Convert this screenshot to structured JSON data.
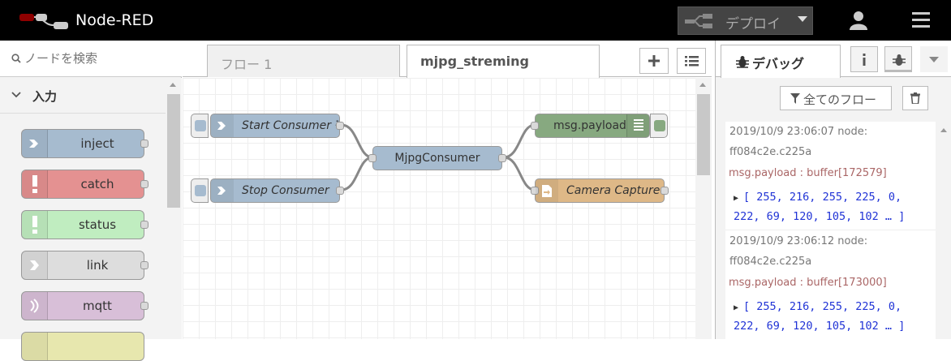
{
  "header": {
    "app_title": "Node-RED",
    "deploy_label": "デプロイ"
  },
  "palette": {
    "search_placeholder": "ノードを検索",
    "category_title": "入力",
    "nodes": [
      {
        "label": "inject",
        "color": "#a6bbcf"
      },
      {
        "label": "catch",
        "color": "#e49191"
      },
      {
        "label": "status",
        "color": "#c0edc0"
      },
      {
        "label": "link",
        "color": "#dddddd"
      },
      {
        "label": "mqtt",
        "color": "#d8bfd8"
      }
    ]
  },
  "workspace": {
    "tabs": [
      {
        "label": "フロー 1",
        "active": false
      },
      {
        "label": "mjpg_streming",
        "active": true
      }
    ],
    "nodes": {
      "start_consumer": "Start Consumer ¹",
      "stop_consumer": "Stop Consumer",
      "mjpg_consumer": "MjpgConsumer",
      "msg_payload": "msg.payload",
      "camera_capture": "Camera Capture"
    },
    "colors": {
      "inject": "#a6bbcf",
      "mjpg": "#a6bbcf",
      "debug": "#87a980",
      "file": "#deb887"
    }
  },
  "sidebar": {
    "tab_label": "デバッグ",
    "filter_label": "全てのフロー",
    "messages": [
      {
        "meta": "2019/10/9 23:06:07   node: ff084c2e.c225a",
        "topic": "msg.payload : buffer[172579]",
        "value_line1": "[ 255, 216, 255, 225, 0,",
        "value_line2": "222, 69, 120, 105, 102 … ]"
      },
      {
        "meta": "2019/10/9 23:06:12   node: ff084c2e.c225a",
        "topic": "msg.payload : buffer[173000]",
        "value_line1": "[ 255, 216, 255, 225, 0,",
        "value_line2": "222, 69, 120, 105, 102 … ]"
      }
    ]
  }
}
